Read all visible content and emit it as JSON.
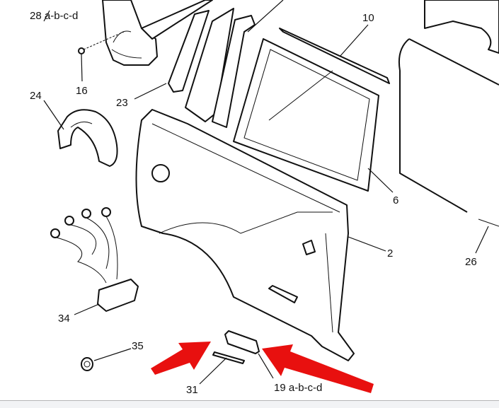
{
  "diagram": {
    "labels": {
      "p28": "28 a-b-c-d",
      "p16": "16",
      "p24": "24",
      "p23": "23",
      "p10": "10",
      "p6": "6",
      "p2": "2",
      "p26": "26",
      "p34": "34",
      "p35": "35",
      "p31": "31",
      "p19": "19 a-b-c-d"
    },
    "arrow_color": "#e8100f"
  }
}
